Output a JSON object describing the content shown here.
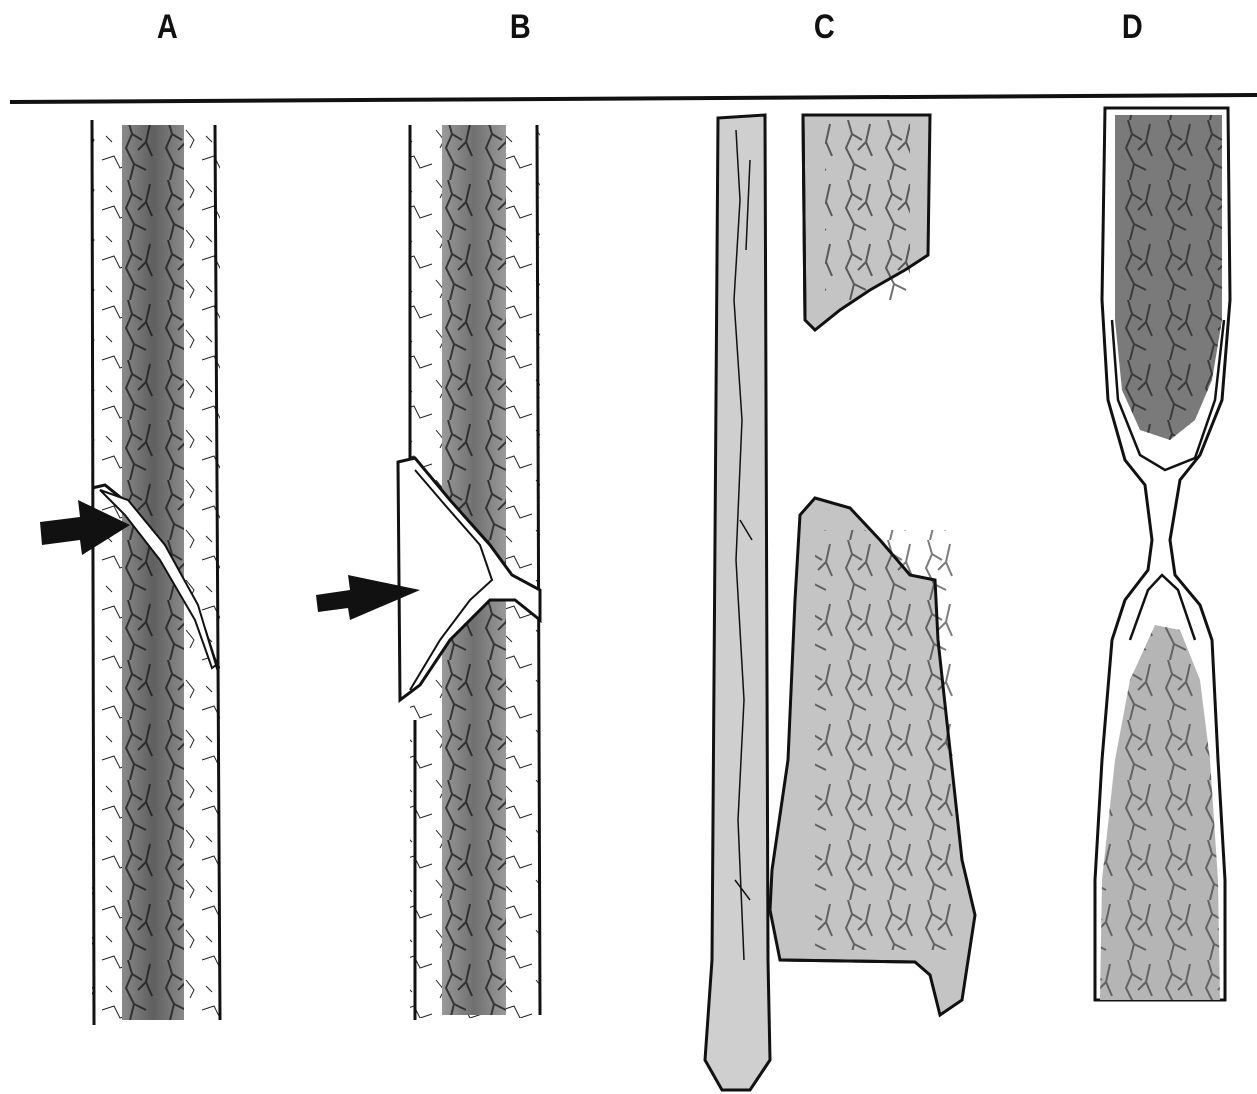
{
  "panels": [
    {
      "id": "A",
      "label": "A"
    },
    {
      "id": "B",
      "label": "B"
    },
    {
      "id": "C",
      "label": "C"
    },
    {
      "id": "D",
      "label": "D"
    }
  ],
  "colors": {
    "ink": "#111111",
    "marrow_dark": "#6e6e6e",
    "marrow_light": "#b9b9b9",
    "cortex": "#ffffff",
    "background": "#ffffff"
  },
  "icons": [
    "arrow-right-icon"
  ]
}
